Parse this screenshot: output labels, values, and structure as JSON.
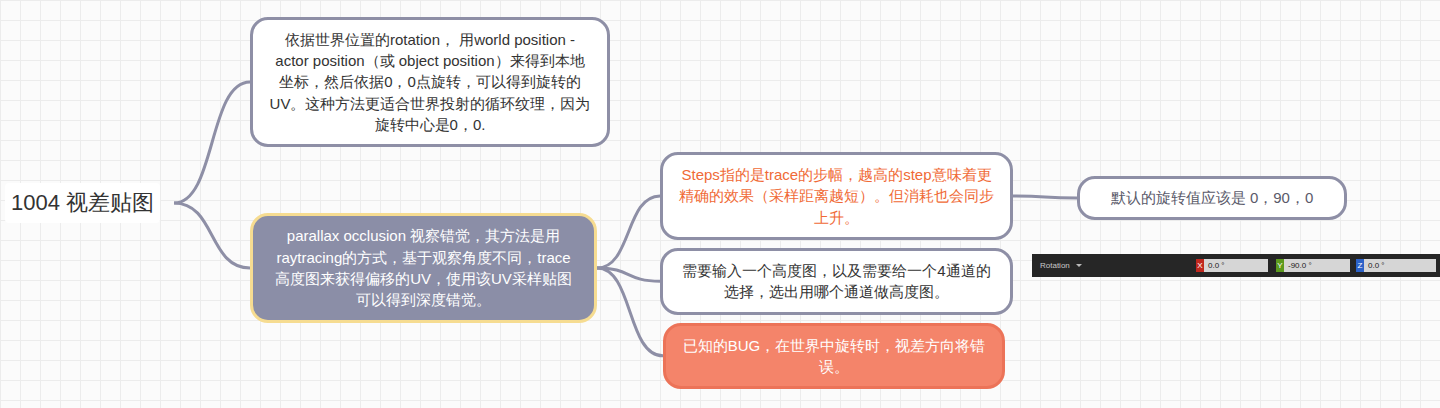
{
  "diagram": {
    "nodes": [
      {
        "text": [
          "1004 视差贴图"
        ]
      },
      {
        "text": [
          "依据世界位置的rotation， 用world position - actor position（或 object position）来得到本地坐标，然后依据0，0点旋转，可以得到旋转的UV。这种方法更适合世界投射的循环纹理，因为旋转中心是0，0."
        ]
      },
      {
        "text": [
          "parallax occlusion 视察错觉，其方法是用raytracing的方式，基于观察角度不同，trace高度图来获得偏移的UV，使用该UV采样贴图可以得到深度错觉。"
        ]
      },
      {
        "text": [
          "Steps指的是trace的步幅，越高的step意味着更精确的效果（采样距离越短）。但消耗也会同步上升。"
        ]
      },
      {
        "text": [
          "需要输入一个高度图，以及需要给一个4通道的选择，选出用哪个通道做高度图。"
        ]
      },
      {
        "text": [
          "已知的BUG，在世界中旋转时，视差方向将错误。"
        ]
      },
      {
        "text": [
          "默认的旋转值应该是 0，90，0"
        ]
      }
    ],
    "edges": [
      {
        "from": 0,
        "to": 1,
        "arrow": "none"
      },
      {
        "from": 0,
        "to": 2,
        "arrow": "none"
      },
      {
        "from": 2,
        "to": 3,
        "arrow": "none"
      },
      {
        "from": 2,
        "to": 4,
        "arrow": "none"
      },
      {
        "from": 2,
        "to": 5,
        "arrow": "none"
      },
      {
        "from": 3,
        "to": 6,
        "arrow": "none"
      }
    ],
    "labels": [
      "Rotation",
      "X",
      "0.0 °",
      "Y",
      "-90.0 °",
      "Z",
      "0.0 °"
    ]
  }
}
